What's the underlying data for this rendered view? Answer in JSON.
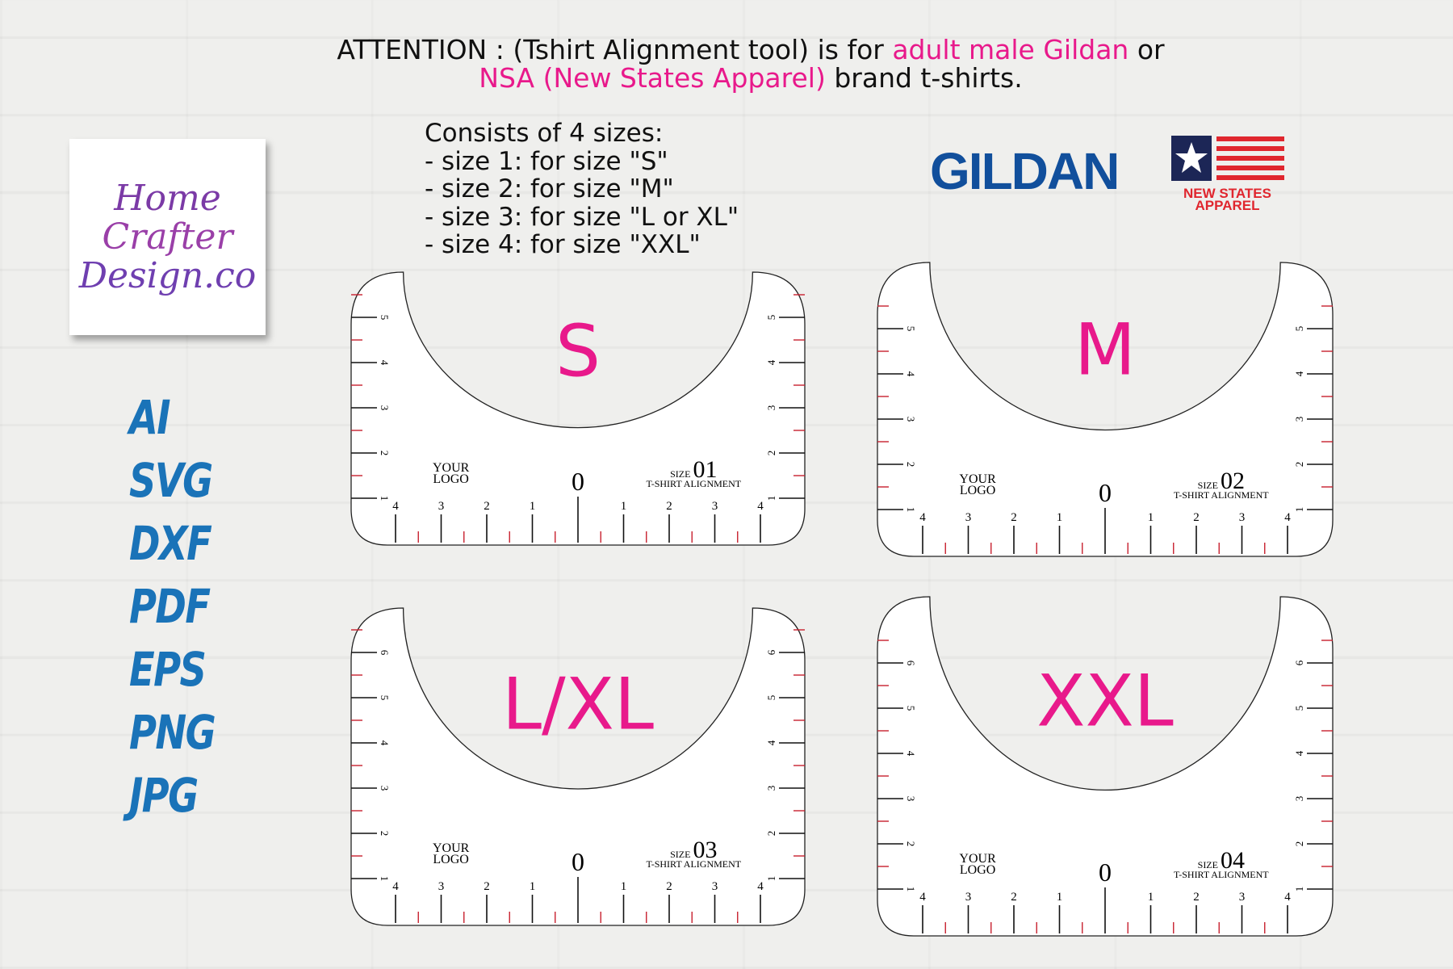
{
  "header": {
    "line1_prefix": "ATTENTION : (Tshirt Alignment tool) is for ",
    "line1_highlight": "adult male Gildan",
    "line1_suffix": " or",
    "line2_highlight": "NSA (New States Apparel)",
    "line2_suffix": " brand t-shirts."
  },
  "logo": {
    "line1": "Home",
    "line2": "Crafter",
    "line3": "Design.co"
  },
  "formats": [
    "AI",
    "SVG",
    "DXF",
    "PDF",
    "EPS",
    "PNG",
    "JPG"
  ],
  "sizes_info": {
    "title": "Consists of 4 sizes:",
    "items": [
      "- size 1: for size \"S\"",
      "- size 2: for size \"M\"",
      "- size 3: for size \"L or XL\"",
      "- size 4: for size \"XXL\""
    ]
  },
  "brands": {
    "gildan": "GILDAN",
    "nsa_line1": "NEW STATES",
    "nsa_line2": "APPAREL"
  },
  "colors": {
    "accent_pink": "#e8198b",
    "format_blue": "#1a73b8",
    "gildan_blue": "#114f9c",
    "nsa_red": "#e0262e",
    "nsa_navy": "#1c2656"
  },
  "cards": [
    {
      "size_letter": "S",
      "size_word": "SIZE",
      "size_number": "01",
      "caption": "T-SHIRT ALIGNMENT",
      "logo_l1": "YOUR",
      "logo_l2": "LOGO",
      "zero": "0",
      "vertical_labels": [
        "5",
        "4",
        "3",
        "2",
        "1"
      ],
      "horizontal_labels": [
        "4",
        "3",
        "2",
        "1",
        "1",
        "2",
        "3",
        "4"
      ]
    },
    {
      "size_letter": "M",
      "size_word": "SIZE",
      "size_number": "02",
      "caption": "T-SHIRT ALIGNMENT",
      "logo_l1": "YOUR",
      "logo_l2": "LOGO",
      "zero": "0",
      "vertical_labels": [
        "5",
        "4",
        "3",
        "2",
        "1"
      ],
      "horizontal_labels": [
        "4",
        "3",
        "2",
        "1",
        "1",
        "2",
        "3",
        "4"
      ]
    },
    {
      "size_letter": "L/XL",
      "size_word": "SIZE",
      "size_number": "03",
      "caption": "T-SHIRT ALIGNMENT",
      "logo_l1": "YOUR",
      "logo_l2": "LOGO",
      "zero": "0",
      "vertical_labels": [
        "6",
        "5",
        "4",
        "3",
        "2",
        "1"
      ],
      "horizontal_labels": [
        "4",
        "3",
        "2",
        "1",
        "1",
        "2",
        "3",
        "4"
      ]
    },
    {
      "size_letter": "XXL",
      "size_word": "SIZE",
      "size_number": "04",
      "caption": "T-SHIRT ALIGNMENT",
      "logo_l1": "YOUR",
      "logo_l2": "LOGO",
      "zero": "0",
      "vertical_labels": [
        "6",
        "5",
        "4",
        "3",
        "2",
        "1"
      ],
      "horizontal_labels": [
        "4",
        "3",
        "2",
        "1",
        "1",
        "2",
        "3",
        "4"
      ]
    }
  ]
}
